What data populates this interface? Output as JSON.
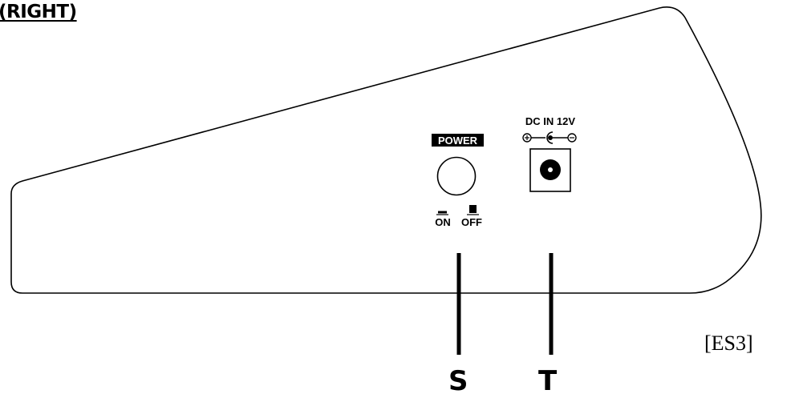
{
  "heading": "(RIGHT)",
  "figure_ref": "[ES3]",
  "panel": {
    "power_label": "POWER",
    "switch_on": "ON",
    "switch_off": "OFF",
    "dc_label": "DC IN 12V",
    "polarity_plus": "+",
    "polarity_minus": "−"
  },
  "callouts": [
    "S",
    "T"
  ]
}
